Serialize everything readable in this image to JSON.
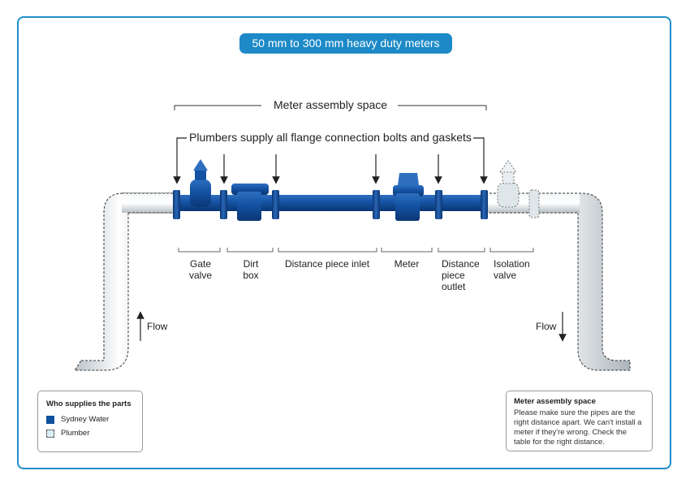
{
  "title": "50 mm to 300 mm heavy duty meters",
  "assembly_space_label": "Meter assembly space",
  "bolts_label": "Plumbers supply all flange connection bolts and gaskets",
  "components": {
    "gate_valve": "Gate\nvalve",
    "dirt_box": "Dirt\nbox",
    "distance_piece_inlet": "Distance piece inlet",
    "meter": "Meter",
    "distance_piece_outlet": "Distance\npiece\noutlet",
    "isolation_valve": "Isolation\nvalve"
  },
  "flow_left": "Flow",
  "flow_right": "Flow",
  "legend": {
    "title": "Who supplies the parts",
    "items": [
      {
        "label": "Sydney Water",
        "color": "#0d4f9c"
      },
      {
        "label": "Plumber",
        "color": "#dbeef8"
      }
    ]
  },
  "note": {
    "title": "Meter assembly space",
    "body": "Please make sure the pipes are the right distance apart. We can't install a meter if they're wrong. Check the table for the right distance."
  },
  "colors": {
    "frame": "#1f8fc9",
    "sydney_water": "#0d4f9c",
    "plumber_pipe": "#e8eef2"
  }
}
